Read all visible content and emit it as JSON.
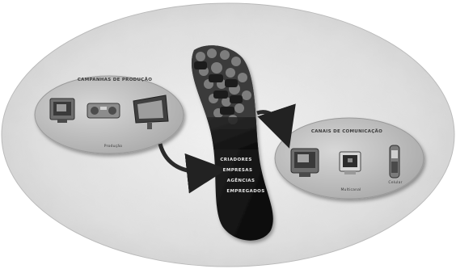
{
  "diagram": {
    "left_group": {
      "title": "CAMPANHAS DE PRODUÇÃO",
      "devices": [
        "",
        ""
      ],
      "footer": "Produção"
    },
    "center_band": {
      "lines": [
        "CRIADORES",
        "EMPRESAS",
        "AGÊNCIAS",
        "EMPREGADOS"
      ]
    },
    "right_group": {
      "title": "CANAIS DE COMUNICAÇÃO",
      "device_label": "Celular",
      "footer": "Multicanal"
    }
  }
}
